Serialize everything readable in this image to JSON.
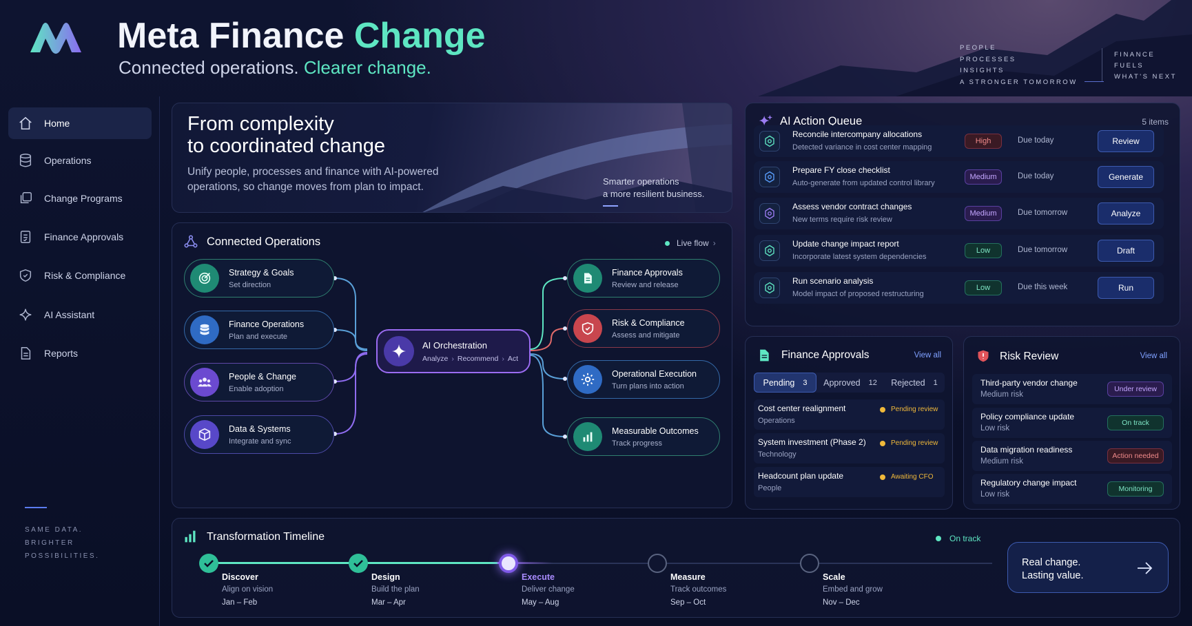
{
  "brand": {
    "title_main": "Meta Finance",
    "title_accent": "Change",
    "subtitle_main": "Connected operations.",
    "subtitle_accent": "Clearer change."
  },
  "tagline_left": [
    "PEOPLE",
    "PROCESSES",
    "INSIGHTS",
    "A STRONGER TOMORROW"
  ],
  "tagline_right": [
    "FINANCE",
    "FUELS",
    "WHAT'S NEXT"
  ],
  "sidebar": {
    "items": [
      {
        "label": "Home",
        "icon": "home-icon"
      },
      {
        "label": "Operations",
        "icon": "database-icon"
      },
      {
        "label": "Change Programs",
        "icon": "layers-icon"
      },
      {
        "label": "Finance Approvals",
        "icon": "checklist-icon"
      },
      {
        "label": "Risk & Compliance",
        "icon": "shield-icon"
      },
      {
        "label": "AI Assistant",
        "icon": "sparkle-icon"
      },
      {
        "label": "Reports",
        "icon": "document-icon"
      }
    ],
    "footer": [
      "SAME DATA.",
      "BRIGHTER",
      "POSSIBILITIES."
    ]
  },
  "hero": {
    "title_line1": "From complexity",
    "title_line2": "to coordinated change",
    "body": "Unify people, processes and finance with AI-powered operations, so change moves from plan to impact.",
    "caption_line1": "Smarter operations",
    "caption_line2": "a more resilient business."
  },
  "connected": {
    "title": "Connected Operations",
    "live": "Live flow",
    "left": [
      {
        "title": "Strategy & Goals",
        "sub": "Set direction"
      },
      {
        "title": "Finance Operations",
        "sub": "Plan and execute"
      },
      {
        "title": "People & Change",
        "sub": "Enable adoption"
      },
      {
        "title": "Data & Systems",
        "sub": "Integrate and sync"
      }
    ],
    "center": {
      "title": "AI Orchestration",
      "steps": [
        "Analyze",
        "Recommend",
        "Act"
      ]
    },
    "right": [
      {
        "title": "Finance Approvals",
        "sub": "Review and release"
      },
      {
        "title": "Risk & Compliance",
        "sub": "Assess and mitigate"
      },
      {
        "title": "Operational Execution",
        "sub": "Turn plans into action"
      },
      {
        "title": "Measurable Outcomes",
        "sub": "Track progress"
      }
    ]
  },
  "queue": {
    "title": "AI Action Queue",
    "count": "5 items",
    "rows": [
      {
        "title": "Reconcile intercompany allocations",
        "sub": "Detected variance in cost center mapping",
        "priority": "High",
        "due": "Due today",
        "action": "Review"
      },
      {
        "title": "Prepare FY close checklist",
        "sub": "Auto-generate from updated control library",
        "priority": "Medium",
        "due": "Due today",
        "action": "Generate"
      },
      {
        "title": "Assess vendor contract changes",
        "sub": "New terms require risk review",
        "priority": "Medium",
        "due": "Due tomorrow",
        "action": "Analyze"
      },
      {
        "title": "Update change impact report",
        "sub": "Incorporate latest system dependencies",
        "priority": "Low",
        "due": "Due tomorrow",
        "action": "Draft"
      },
      {
        "title": "Run scenario analysis",
        "sub": "Model impact of proposed restructuring",
        "priority": "Low",
        "due": "Due this week",
        "action": "Run"
      }
    ]
  },
  "approvals": {
    "title": "Finance Approvals",
    "view_all": "View all",
    "tabs": [
      {
        "label": "Pending",
        "count": "3"
      },
      {
        "label": "Approved",
        "count": "12"
      },
      {
        "label": "Rejected",
        "count": "1"
      }
    ],
    "rows": [
      {
        "title": "Cost center realignment",
        "sub": "Operations",
        "status": "Pending review"
      },
      {
        "title": "System investment (Phase 2)",
        "sub": "Technology",
        "status": "Pending review"
      },
      {
        "title": "Headcount plan update",
        "sub": "People",
        "status": "Awaiting CFO"
      }
    ]
  },
  "risk": {
    "title": "Risk Review",
    "view_all": "View all",
    "rows": [
      {
        "title": "Third-party vendor change",
        "sub": "Medium risk",
        "status": "Under review"
      },
      {
        "title": "Policy compliance update",
        "sub": "Low risk",
        "status": "On track"
      },
      {
        "title": "Data migration readiness",
        "sub": "Medium risk",
        "status": "Action needed"
      },
      {
        "title": "Regulatory change impact",
        "sub": "Low risk",
        "status": "Monitoring"
      }
    ]
  },
  "timeline": {
    "title": "Transformation Timeline",
    "status": "On track",
    "stages": [
      {
        "name": "Discover",
        "desc": "Align on vision",
        "dates": "Jan – Feb",
        "state": "done"
      },
      {
        "name": "Design",
        "desc": "Build the plan",
        "dates": "Mar – Apr",
        "state": "done"
      },
      {
        "name": "Execute",
        "desc": "Deliver change",
        "dates": "May – Aug",
        "state": "current"
      },
      {
        "name": "Measure",
        "desc": "Track outcomes",
        "dates": "Sep – Oct",
        "state": "upcoming"
      },
      {
        "name": "Scale",
        "desc": "Embed and grow",
        "dates": "Nov – Dec",
        "state": "upcoming"
      }
    ]
  },
  "cta": {
    "line1": "Real change.",
    "line2": "Lasting value."
  },
  "colors": {
    "accent": "#5ee6c2",
    "purple": "#9b6cf2",
    "bg": "#0b1027",
    "blue": "#3d5bb0"
  }
}
